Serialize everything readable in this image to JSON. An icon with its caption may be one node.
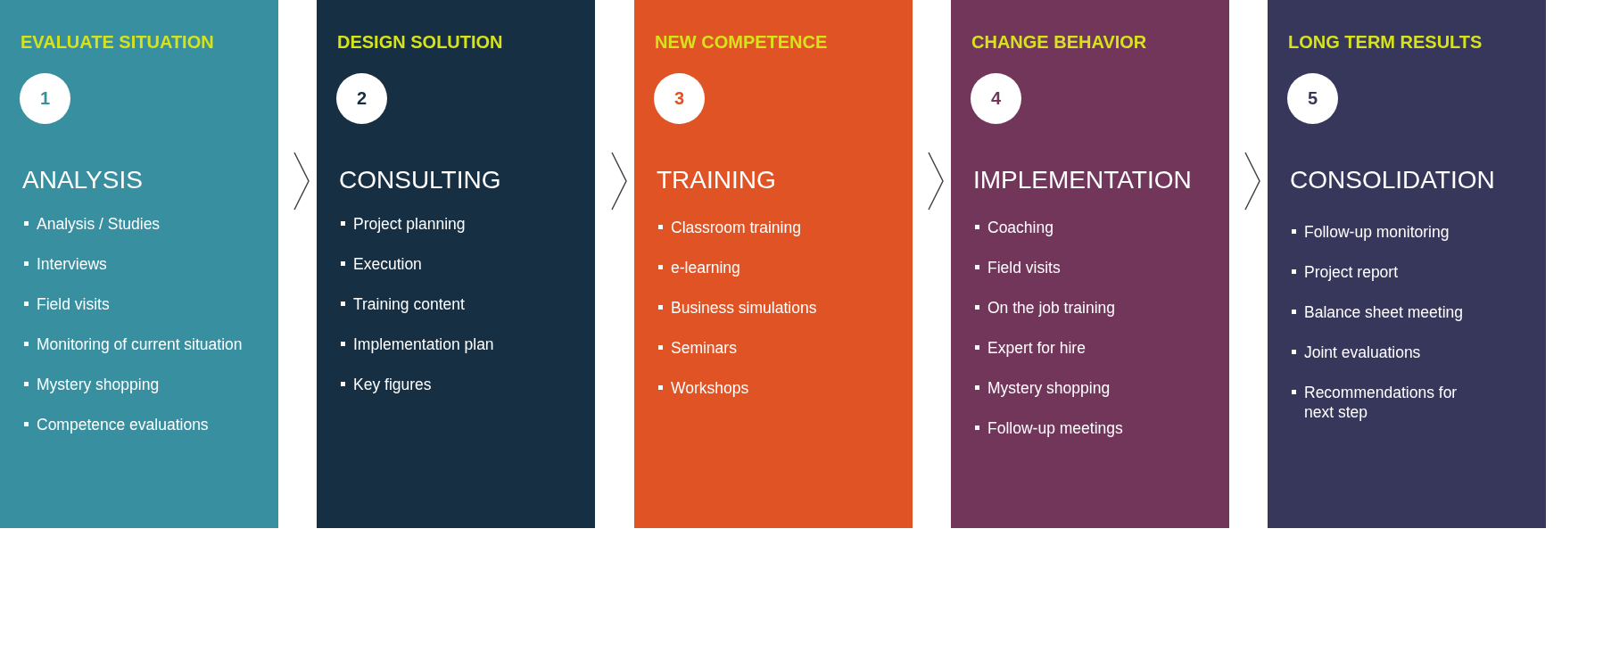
{
  "diagram": {
    "nodes": [
      {
        "text": [
          "EVALUATE SITUATION",
          "ANALYSIS",
          "Analysis / Studies",
          "Interviews",
          "Field visits",
          "Monitoring of current situation",
          "Mystery shopping",
          "Competence evaluations"
        ]
      },
      {
        "text": [
          "1"
        ],
        "in": 0
      },
      {
        "text": [
          "DESIGN SOLUTION",
          "CONSULTING",
          "Project planning",
          "Execution",
          "Training content",
          "Implementation plan",
          "Key figures"
        ]
      },
      {
        "text": [
          "2"
        ],
        "in": 2
      },
      {
        "text": [
          "NEW COMPETENCE",
          "TRAINING",
          "Classroom training",
          "e-learning",
          "Business simulations",
          "Seminars",
          "Workshops"
        ]
      },
      {
        "text": [
          "3"
        ],
        "in": 4
      },
      {
        "text": [
          "CHANGE BEHAVIOR",
          "IMPLEMENTATION",
          "Coaching",
          "Field visits",
          "On the job training",
          "Expert for hire",
          "Mystery shopping",
          "Follow-up meetings"
        ]
      },
      {
        "text": [
          "4"
        ],
        "in": 6
      },
      {
        "text": [
          "LONG TERM RESULTS",
          "CONSOLIDATION",
          "Follow-up monitoring",
          "Project report",
          "Balance sheet meeting",
          "Joint evaluations",
          "Recommendations for next step"
        ]
      },
      {
        "text": [
          "5"
        ],
        "in": 8
      }
    ],
    "edges": [
      {
        "from": 0,
        "to": 2,
        "arrow": "to"
      },
      {
        "from": 2,
        "to": 4,
        "arrow": "to"
      },
      {
        "from": 4,
        "to": 6,
        "arrow": "to"
      },
      {
        "from": 6,
        "to": 8,
        "arrow": "to"
      }
    ]
  }
}
